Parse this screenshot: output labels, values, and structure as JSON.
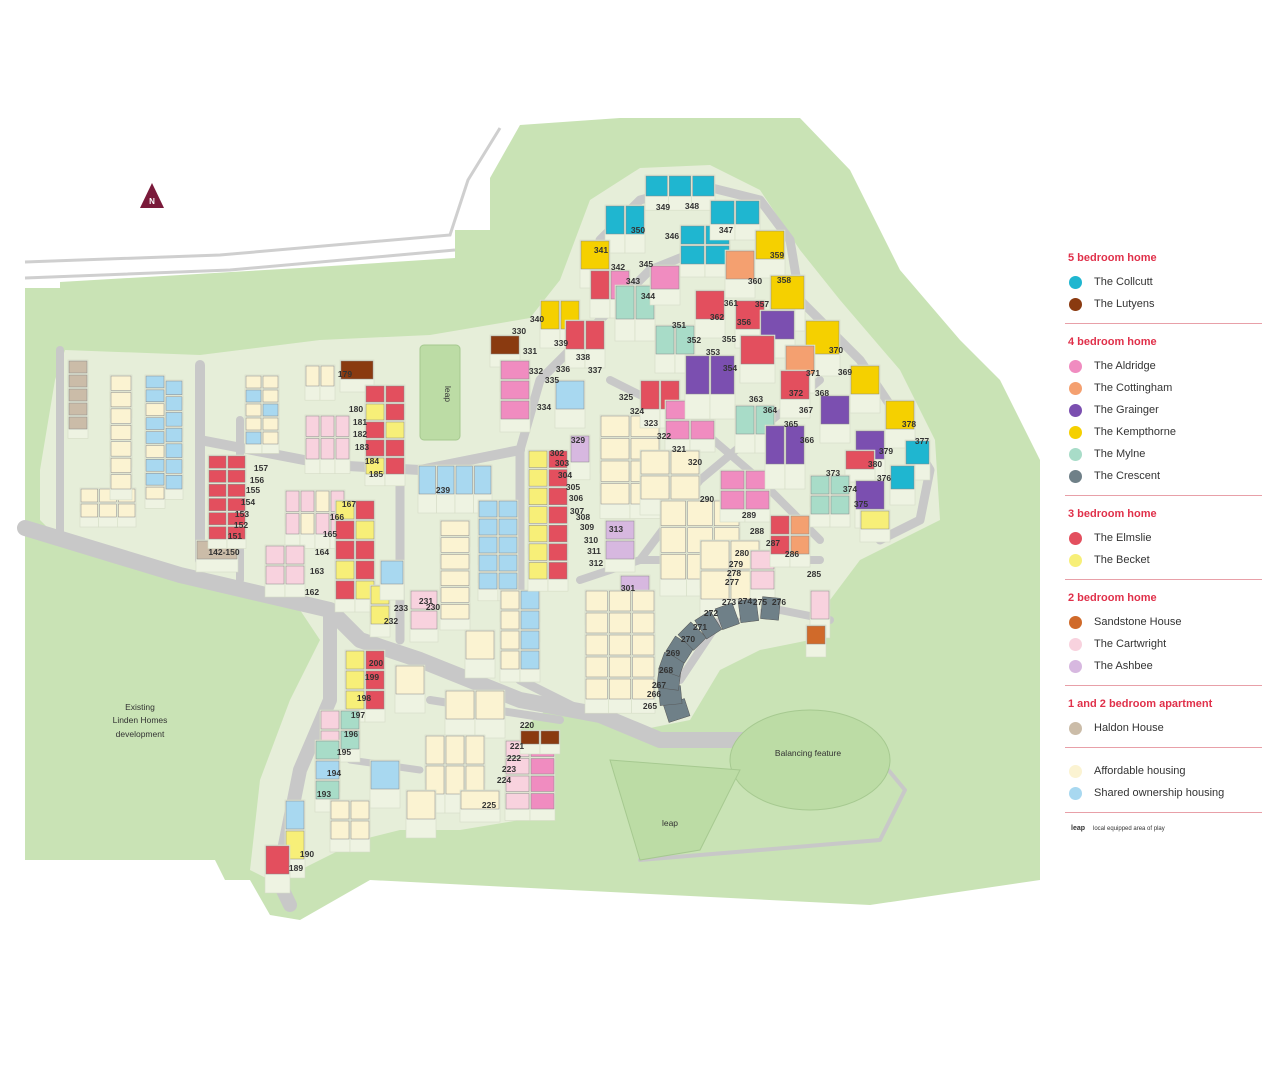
{
  "map": {
    "north_label": "N",
    "labels": {
      "existing": [
        "Existing",
        "Linden Homes",
        "development"
      ],
      "balancing": "Balancing feature",
      "leap": "leap"
    },
    "plot_numbers": [
      "349",
      "348",
      "350",
      "346",
      "347",
      "341",
      "345",
      "359",
      "342",
      "343",
      "344",
      "360",
      "358",
      "340",
      "361",
      "357",
      "330",
      "331",
      "339",
      "351",
      "362",
      "356",
      "338",
      "352",
      "355",
      "370",
      "332",
      "336",
      "337",
      "353",
      "371",
      "369",
      "335",
      "354",
      "372",
      "325",
      "363",
      "364",
      "368",
      "334",
      "324",
      "367",
      "378",
      "323",
      "365",
      "377",
      "322",
      "329",
      "366",
      "179",
      "180",
      "181",
      "182",
      "183",
      "184",
      "185",
      "321",
      "320",
      "380",
      "379",
      "373",
      "302",
      "376",
      "303",
      "374",
      "304",
      "239",
      "375",
      "305",
      "306",
      "290",
      "289",
      "167",
      "157",
      "307",
      "166",
      "156",
      "308",
      "155",
      "309",
      "154",
      "313",
      "288",
      "165",
      "153",
      "310",
      "287",
      "311",
      "152",
      "151",
      "312",
      "286",
      "280",
      "279",
      "285",
      "164",
      "278",
      "163",
      "277",
      "142-150",
      "162",
      "301",
      "273",
      "274",
      "275",
      "276",
      "233",
      "231",
      "232",
      "230",
      "272",
      "271",
      "270",
      "200",
      "269",
      "199",
      "268",
      "198",
      "267",
      "197",
      "266",
      "265",
      "220",
      "196",
      "221",
      "195",
      "222",
      "194",
      "223",
      "193",
      "224",
      "225",
      "190",
      "189"
    ],
    "colors": {
      "grass": "#c9e3b5",
      "road": "#c8c8c8",
      "plot": "#eef3e2",
      "collcutt": "#1fb6d0",
      "lutyens": "#8a3a10",
      "aldridge": "#f08cc0",
      "cottingham": "#f4a070",
      "grainger": "#7b4fb0",
      "kempthorne": "#f5d000",
      "mylne": "#a8dcc8",
      "crescent": "#6f8088",
      "elmslie": "#e34f5e",
      "becket": "#f7ef78",
      "sandstone": "#d06a2a",
      "cartwright": "#f8d2de",
      "ashbee": "#d7b8e0",
      "haldon": "#cbbca8",
      "affordable": "#fbf3d2",
      "shared": "#a8d8f0"
    }
  },
  "legend": {
    "sections": [
      {
        "title": "5 bedroom home",
        "items": [
          {
            "label": "The Collcutt",
            "color": "#1fb6d0"
          },
          {
            "label": "The Lutyens",
            "color": "#8a3a10"
          }
        ]
      },
      {
        "title": "4 bedroom home",
        "items": [
          {
            "label": "The Aldridge",
            "color": "#f08cc0"
          },
          {
            "label": "The Cottingham",
            "color": "#f4a070"
          },
          {
            "label": "The Grainger",
            "color": "#7b4fb0"
          },
          {
            "label": "The Kempthorne",
            "color": "#f5d000"
          },
          {
            "label": "The Mylne",
            "color": "#a8dcc8"
          },
          {
            "label": "The Crescent",
            "color": "#6f8088"
          }
        ]
      },
      {
        "title": "3 bedroom home",
        "items": [
          {
            "label": "The Elmslie",
            "color": "#e34f5e"
          },
          {
            "label": "The Becket",
            "color": "#f7ef78"
          }
        ]
      },
      {
        "title": "2 bedroom home",
        "items": [
          {
            "label": "Sandstone House",
            "color": "#d06a2a"
          },
          {
            "label": "The Cartwright",
            "color": "#f8d2de"
          },
          {
            "label": "The Ashbee",
            "color": "#d7b8e0"
          }
        ]
      },
      {
        "title": "1 and 2 bedroom apartment",
        "items": [
          {
            "label": "Haldon House",
            "color": "#cbbca8"
          }
        ]
      },
      {
        "title": "",
        "items": [
          {
            "label": "Affordable housing",
            "color": "#fbf3d2"
          },
          {
            "label": "Shared ownership housing",
            "color": "#a8d8f0"
          }
        ]
      }
    ],
    "leap_abbr": "leap",
    "leap_desc": "local equipped area of play"
  }
}
